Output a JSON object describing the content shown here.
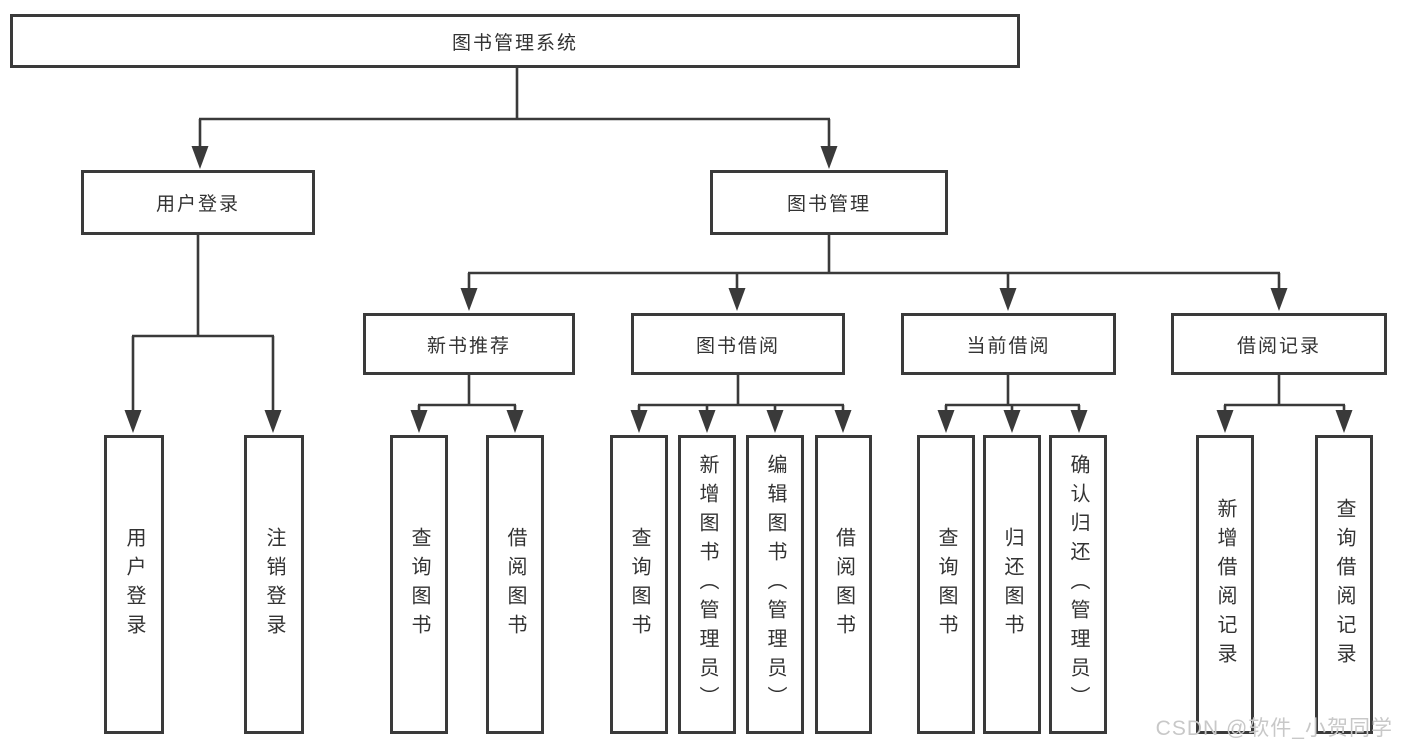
{
  "diagram": {
    "root": {
      "label": "图书管理系统"
    },
    "user_login": {
      "label": "用户登录",
      "children": [
        {
          "label": "用户登录"
        },
        {
          "label": "注销登录"
        }
      ]
    },
    "book_mgmt": {
      "label": "图书管理",
      "sections": [
        {
          "label": "新书推荐",
          "children": [
            {
              "label": "查询图书"
            },
            {
              "label": "借阅图书"
            }
          ]
        },
        {
          "label": "图书借阅",
          "children": [
            {
              "label": "查询图书"
            },
            {
              "label": "新增图书（管理员）"
            },
            {
              "label": "编辑图书（管理员）"
            },
            {
              "label": "借阅图书"
            }
          ]
        },
        {
          "label": "当前借阅",
          "children": [
            {
              "label": "查询图书"
            },
            {
              "label": "归还图书"
            },
            {
              "label": "确认归还（管理员）"
            }
          ]
        },
        {
          "label": "借阅记录",
          "children": [
            {
              "label": "新增借阅记录"
            },
            {
              "label": "查询借阅记录"
            }
          ]
        }
      ]
    }
  },
  "watermark": {
    "text": "CSDN @软件_小贺同学"
  },
  "colors": {
    "line": "#3a3a3a",
    "box_border": "#3a3a3a",
    "text": "#333333",
    "watermark": "#c8c8c8",
    "background": "#ffffff"
  }
}
